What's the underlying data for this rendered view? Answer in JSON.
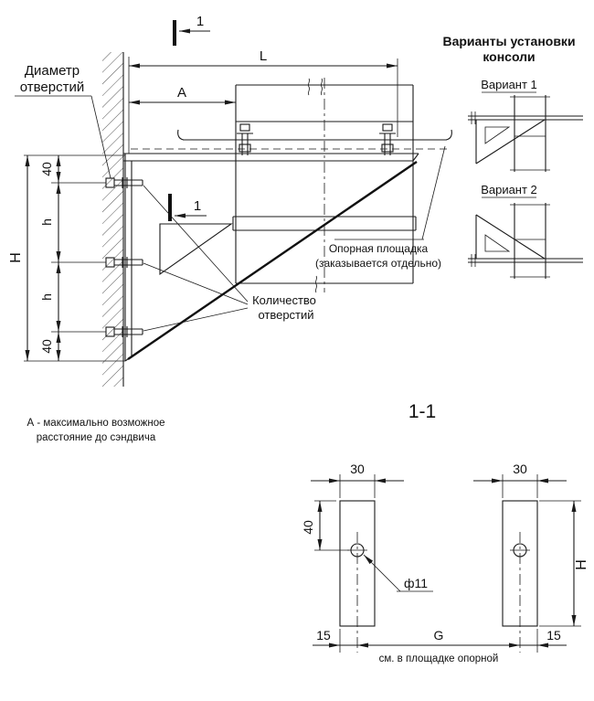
{
  "colors": {
    "line": "#1a1a1a",
    "background": "#ffffff"
  },
  "main_view": {
    "cut_label": "1",
    "dim_L": "L",
    "dim_A": "A",
    "dim_top": "40",
    "dim_h_upper": "h",
    "dim_h_lower": "h",
    "dim_bottom": "40",
    "dim_height": "H",
    "hole_diameter_label": [
      "Диаметр",
      "отверстий"
    ],
    "support_platform_label": [
      "Опорная площадка",
      "(заказывается отдельно)"
    ],
    "hole_count_label": [
      "Количество",
      "отверстий"
    ],
    "footnote": [
      "А - максимально возможное",
      "расстояние до сэндвича"
    ]
  },
  "variants_panel": {
    "title": [
      "Варианты установки",
      "консоли"
    ],
    "variant1_label": "Вариант 1",
    "variant2_label": "Вариант 2"
  },
  "section_view": {
    "title": "1-1",
    "dim_width_left": "30",
    "dim_width_right": "30",
    "dim_hole_offset": "40",
    "hole_diameter": "ф11",
    "dim_height": "H",
    "dim_edge_left": "15",
    "dim_edge_right": "15",
    "dim_spacing": "G",
    "note": "см. в площадке опорной"
  }
}
